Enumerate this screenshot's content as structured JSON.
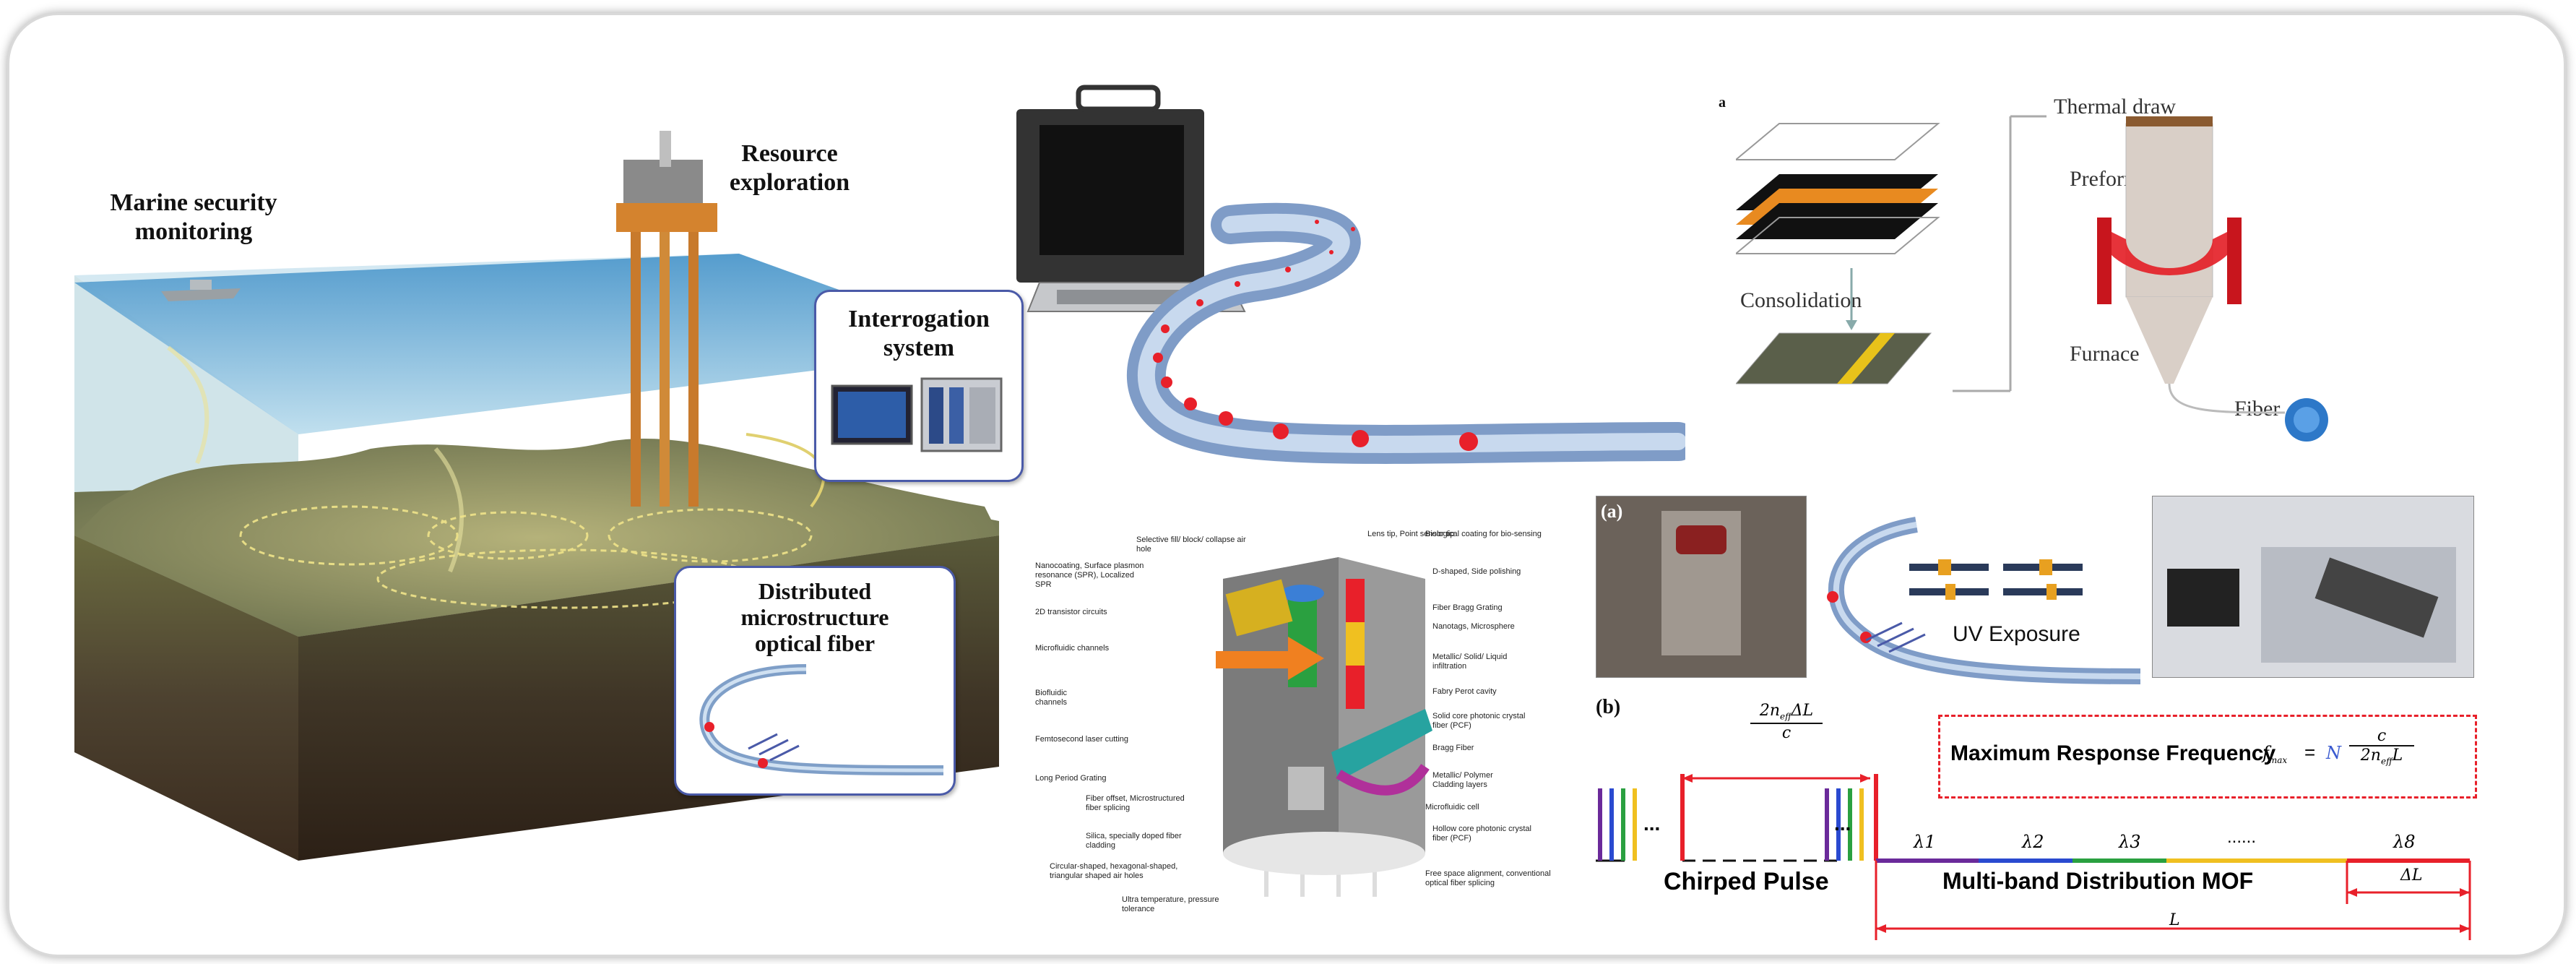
{
  "scene": {
    "marine_security": "Marine security\nmonitoring",
    "resource_exploration": "Resource\nexploration",
    "interrogation_system": "Interrogation\nsystem",
    "distributed_fiber": "Distributed\nmicrostructure\noptical fiber"
  },
  "thermal_draw": {
    "panel_label": "a",
    "thermal_draw": "Thermal draw",
    "preform": "Preform",
    "consolidation": "Consolidation",
    "furnace": "Furnace",
    "fiber": "Fiber"
  },
  "sensor_diagram": {
    "labels_left": [
      "Selective fill/ block/ collapse air hole",
      "Nanocoating, Surface plasmon resonance (SPR), Localized SPR",
      "2D transistor circuits",
      "Microfluidic channels",
      "Biofluidic channels",
      "Femtosecond laser cutting",
      "Long Period Grating",
      "Fiber offset, Microstructured fiber splicing",
      "Silica, specially doped fiber cladding",
      "Circular-shaped, hexagonal-shaped, triangular shaped air holes",
      "Ultra temperature, pressure tolerance"
    ],
    "labels_right": [
      "Lens tip, Point sensor tip",
      "Biological coating for bio-sensing",
      "D-shaped, Side polishing",
      "Fiber Bragg Grating",
      "Nanotags, Microsphere",
      "Metallic/ Solid/ Liquid infiltration",
      "Fabry Perot cavity",
      "Solid core photonic crystal fiber (PCF)",
      "Bragg Fiber",
      "Metallic/ Polymer Cladding layers",
      "Microfluidic cell",
      "Hollow core photonic crystal fiber (PCF)",
      "Free space alignment, conventional optical fiber splicing"
    ]
  },
  "fbg": {
    "panel_a": "(a)",
    "panel_b": "(b)",
    "uv_exposure": "UV Exposure",
    "max_response": "Maximum Response Frequency",
    "chirped_pulse": "Chirped Pulse",
    "multiband": "Multi-band Distribution MOF",
    "top_formula_num": "2n",
    "top_formula_sub": "eff",
    "top_formula_tail": "ΔL",
    "top_formula_den": "c",
    "lambdas": [
      "λ1",
      "λ2",
      "λ3",
      "λ8"
    ],
    "dots": "......",
    "delta_L": "ΔL",
    "L": "L",
    "f_max": "f",
    "f_max_sub": "max",
    "eq": "=",
    "N": "N",
    "f_num": "c",
    "f_den": "2n",
    "f_den_sub": "eff",
    "f_den_tail": "L"
  },
  "colors": {
    "accent_red": "#e8202a",
    "fiber_blue": "#9fb8d8",
    "sea_blue": "#5b9fce",
    "box_border": "#4a5aa8"
  }
}
